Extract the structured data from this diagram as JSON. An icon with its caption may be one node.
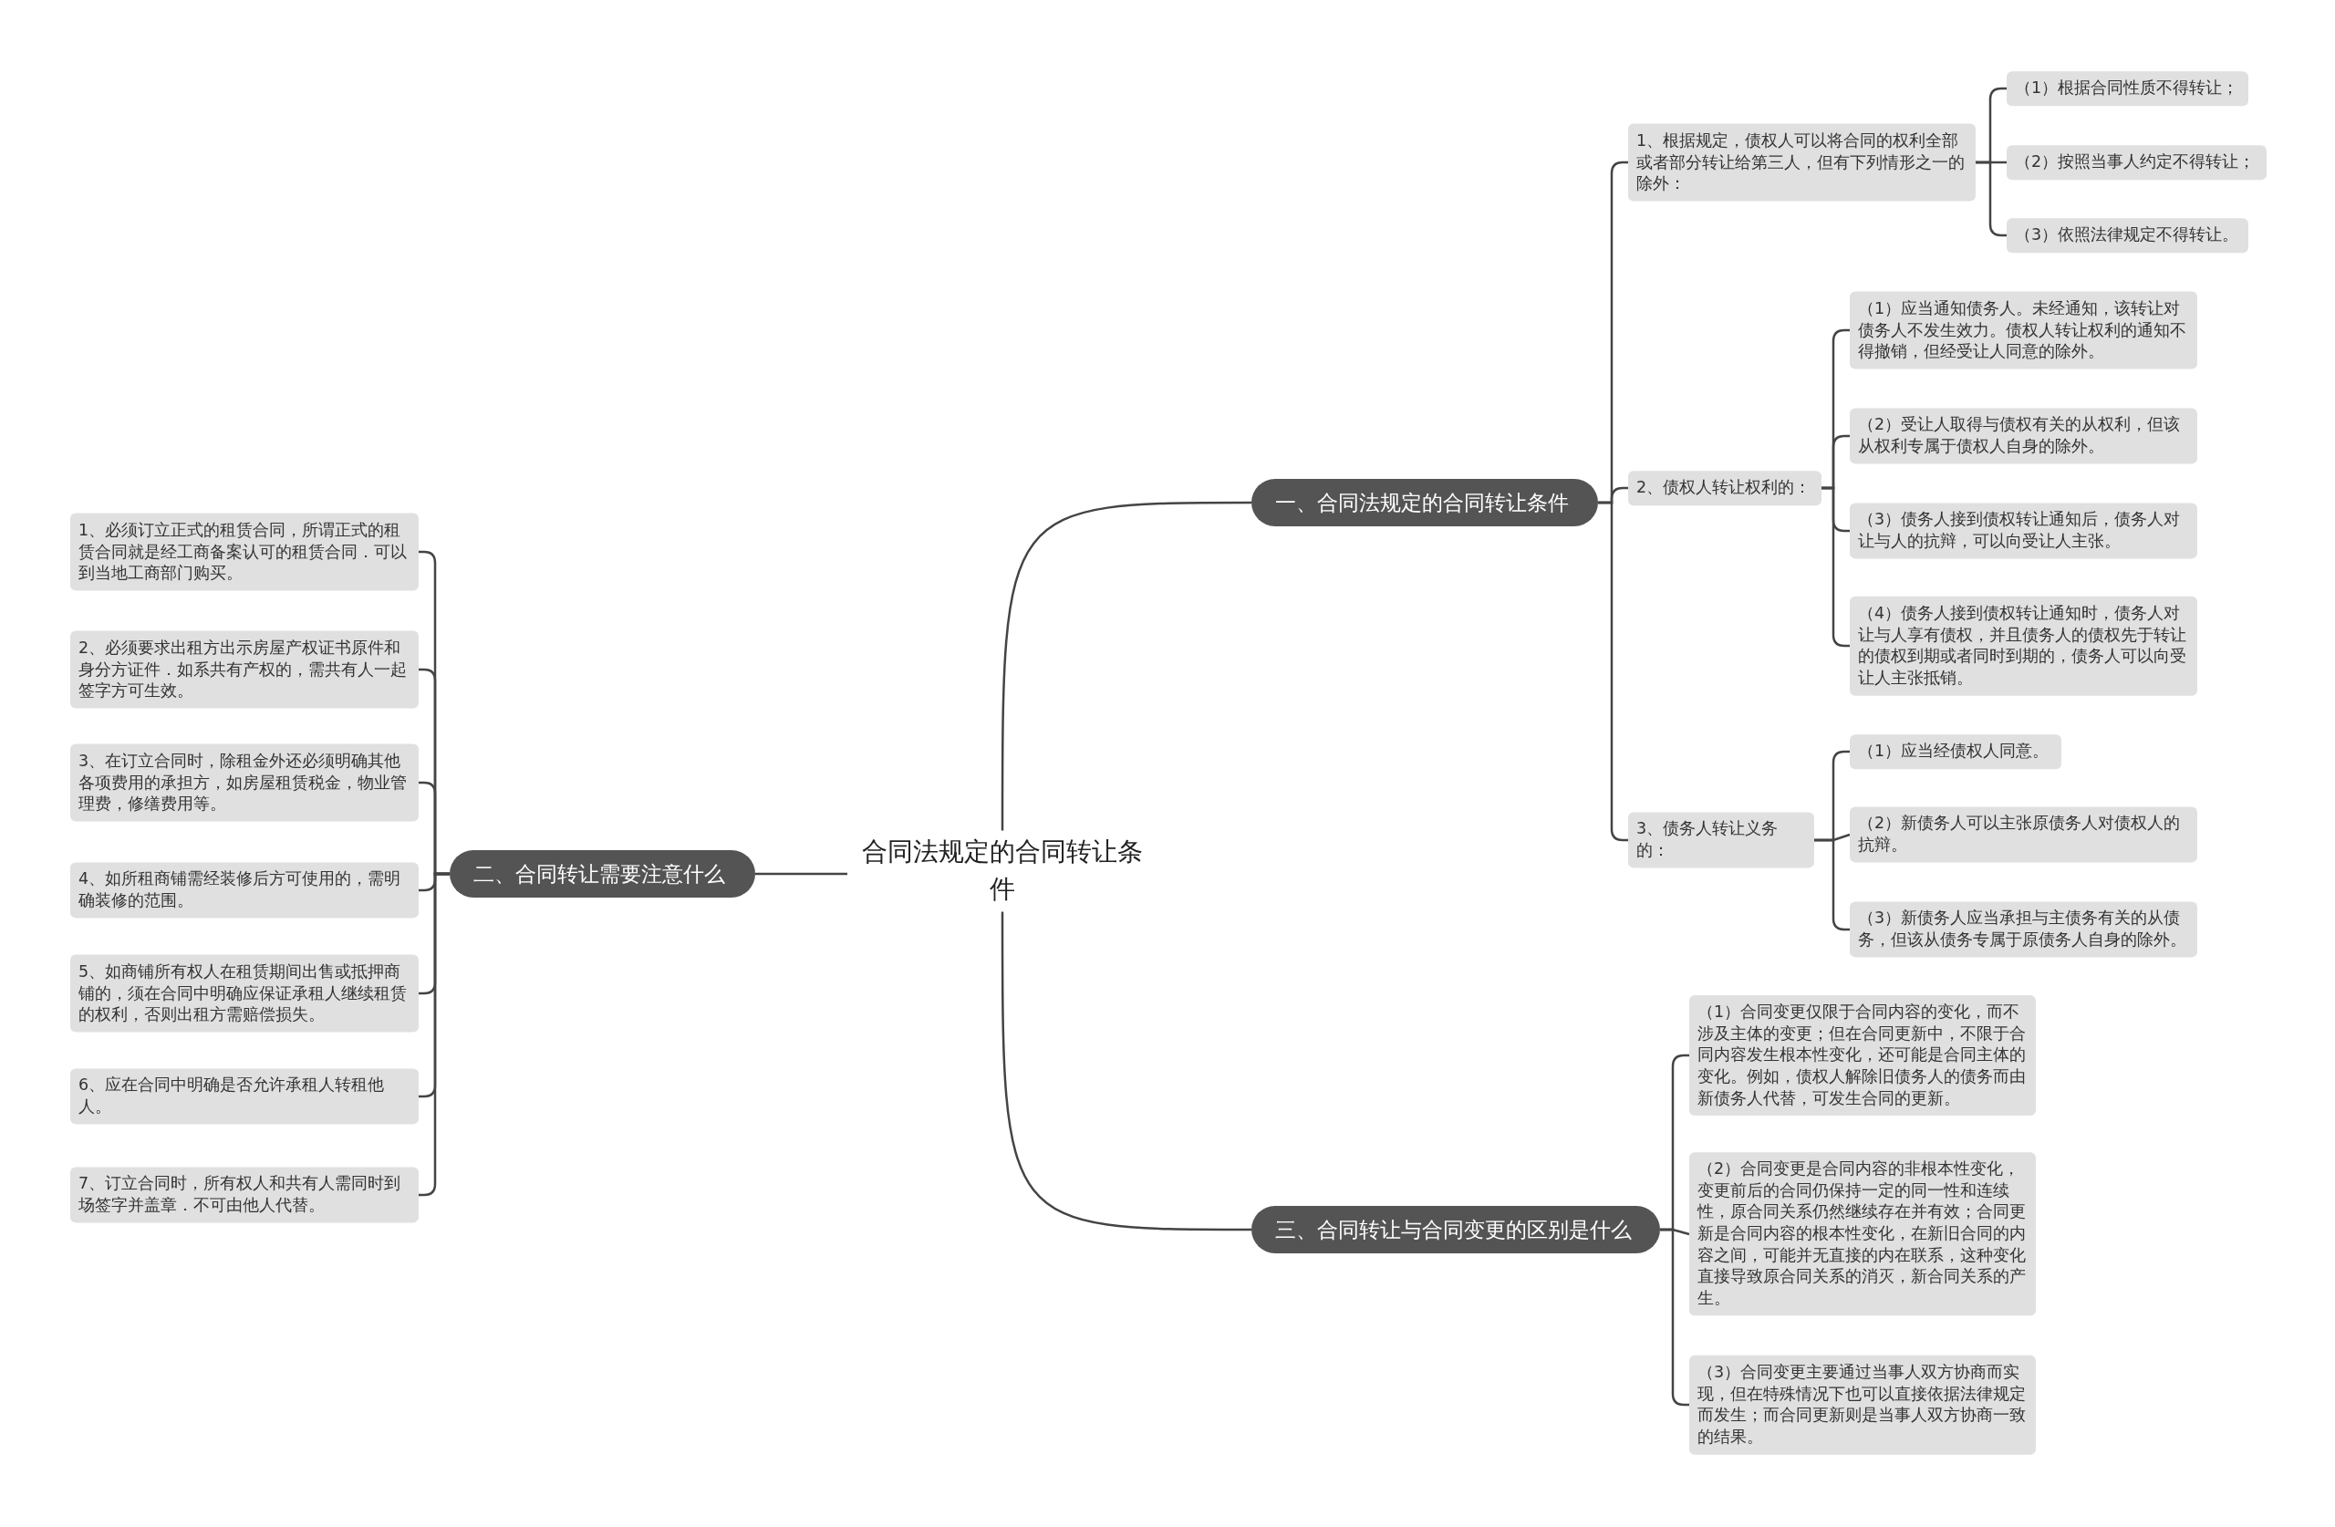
{
  "diagram": {
    "nodes": [
      {
        "text": [
          "合同法规定的合同转让条件"
        ]
      },
      {
        "text": [
          "一、合同法规定的合同转让条件"
        ]
      },
      {
        "text": [
          "1、根据规定，债权人可以将合同的权利全部或者部分转让给第三人，但有下列情形之一的除外："
        ]
      },
      {
        "text": [
          "（1）根据合同性质不得转让；"
        ]
      },
      {
        "text": [
          "（2）按照当事人约定不得转让；"
        ]
      },
      {
        "text": [
          "（3）依照法律规定不得转让。"
        ]
      },
      {
        "text": [
          "2、债权人转让权利的："
        ]
      },
      {
        "text": [
          "（1）应当通知债务人。未经通知，该转让对债务人不发生效力。债权人转让权利的通知不得撤销，但经受让人同意的除外。"
        ]
      },
      {
        "text": [
          "（2）受让人取得与债权有关的从权利，但该从权利专属于债权人自身的除外。"
        ]
      },
      {
        "text": [
          "（3）债务人接到债权转让通知后，债务人对让与人的抗辩，可以向受让人主张。"
        ]
      },
      {
        "text": [
          "（4）债务人接到债权转让通知时，债务人对让与人享有债权，并且债务人的债权先于转让的债权到期或者同时到期的，债务人可以向受让人主张抵销。"
        ]
      },
      {
        "text": [
          "3、债务人转让义务的："
        ]
      },
      {
        "text": [
          "（1）应当经债权人同意。"
        ]
      },
      {
        "text": [
          "（2）新债务人可以主张原债务人对债权人的抗辩。"
        ]
      },
      {
        "text": [
          "（3）新债务人应当承担与主债务有关的从债务，但该从债务专属于原债务人自身的除外。"
        ]
      },
      {
        "text": [
          "二、合同转让需要注意什么"
        ]
      },
      {
        "text": [
          "1、必须订立正式的租赁合同，所谓正式的租赁合同就是经工商备案认可的租赁合同．可以到当地工商部门购买。"
        ]
      },
      {
        "text": [
          "2、必须要求出租方出示房屋产权证书原件和身分方证件．如系共有产权的，需共有人一起签字方可生效。"
        ]
      },
      {
        "text": [
          "3、在订立合同时，除租金外还必须明确其他各项费用的承担方，如房屋租赁税金，物业管理费，修缮费用等。"
        ]
      },
      {
        "text": [
          "4、如所租商铺需经装修后方可使用的，需明确装修的范围。"
        ]
      },
      {
        "text": [
          "5、如商铺所有权人在租赁期间出售或抵押商铺的，须在合同中明确应保证承租人继续租赁的权利，否则出租方需赔偿损失。"
        ]
      },
      {
        "text": [
          "6、应在合同中明确是否允许承租人转租他人。"
        ]
      },
      {
        "text": [
          "7、订立合同时，所有权人和共有人需同时到场签字并盖章．不可由他人代替。"
        ]
      },
      {
        "text": [
          "三、合同转让与合同变更的区别是什么"
        ]
      },
      {
        "text": [
          "（1）合同变更仅限于合同内容的变化，而不涉及主体的变更；但在合同更新中，不限于合同内容发生根本性变化，还可能是合同主体的变化。例如，债权人解除旧债务人的债务而由新债务人代替，可发生合同的更新。"
        ]
      },
      {
        "text": [
          "（2）合同变更是合同内容的非根本性变化，变更前后的合同仍保持一定的同一性和连续性，原合同关系仍然继续存在并有效；合同更新是合同内容的根本性变化，在新旧合同的内容之间，可能并无直接的内在联系，这种变化直接导致原合同关系的消灭，新合同关系的产生。"
        ]
      },
      {
        "text": [
          "（3）合同变更主要通过当事人双方协商而实现，但在特殊情况下也可以直接依据法律规定而发生；而合同更新则是当事人双方协商一致的结果。"
        ]
      }
    ],
    "edges": [
      {
        "from": 0,
        "to": 1,
        "arrow": "none"
      },
      {
        "from": 0,
        "to": 15,
        "arrow": "none"
      },
      {
        "from": 0,
        "to": 23,
        "arrow": "none"
      },
      {
        "from": 1,
        "to": 2,
        "arrow": "none"
      },
      {
        "from": 1,
        "to": 6,
        "arrow": "none"
      },
      {
        "from": 1,
        "to": 11,
        "arrow": "none"
      },
      {
        "from": 2,
        "to": 3,
        "arrow": "none"
      },
      {
        "from": 2,
        "to": 4,
        "arrow": "none"
      },
      {
        "from": 2,
        "to": 5,
        "arrow": "none"
      },
      {
        "from": 6,
        "to": 7,
        "arrow": "none"
      },
      {
        "from": 6,
        "to": 8,
        "arrow": "none"
      },
      {
        "from": 6,
        "to": 9,
        "arrow": "none"
      },
      {
        "from": 6,
        "to": 10,
        "arrow": "none"
      },
      {
        "from": 11,
        "to": 12,
        "arrow": "none"
      },
      {
        "from": 11,
        "to": 13,
        "arrow": "none"
      },
      {
        "from": 11,
        "to": 14,
        "arrow": "none"
      },
      {
        "from": 15,
        "to": 16,
        "arrow": "none"
      },
      {
        "from": 15,
        "to": 17,
        "arrow": "none"
      },
      {
        "from": 15,
        "to": 18,
        "arrow": "none"
      },
      {
        "from": 15,
        "to": 19,
        "arrow": "none"
      },
      {
        "from": 15,
        "to": 20,
        "arrow": "none"
      },
      {
        "from": 15,
        "to": 21,
        "arrow": "none"
      },
      {
        "from": 15,
        "to": 22,
        "arrow": "none"
      },
      {
        "from": 23,
        "to": 24,
        "arrow": "none"
      },
      {
        "from": 23,
        "to": 25,
        "arrow": "none"
      },
      {
        "from": 23,
        "to": 26,
        "arrow": "none"
      }
    ]
  }
}
